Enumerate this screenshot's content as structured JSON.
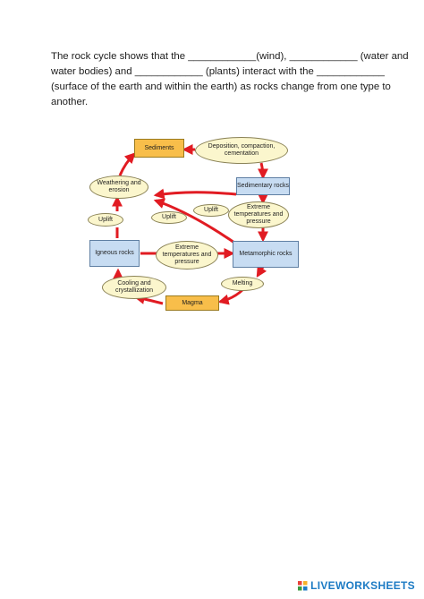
{
  "worksheet": {
    "paragraph_lines": [
      "The rock cycle shows that the ____________(wind), ____________ (water and",
      "water bodies) and ____________ (plants) interact with the ____________",
      "(surface of the earth and within the earth) as rocks change from one type to",
      "another."
    ]
  },
  "diagram": {
    "nodes": {
      "sediments": "Sediments",
      "deposition": "Deposition, compaction, cementation",
      "weathering": "Weathering and erosion",
      "sedimentary": "Sedimentary rocks",
      "uplift_right": "Uplift",
      "uplift_center": "Uplift",
      "extreme_right": "Extreme temperatures and pressure",
      "uplift_left": "Uplift",
      "igneous": "Igneous rocks",
      "extreme_center": "Extreme temperatures and pressure",
      "metamorphic": "Metamorphic rocks",
      "cooling": "Cooling and crystallization",
      "melting": "Melting",
      "magma": "Magma"
    },
    "colors": {
      "arrow": "#e11b22",
      "rock_box_orange": "#f8be4a",
      "rock_box_blue": "#c7dcf2",
      "process_ellipse": "#fbf6cd"
    }
  },
  "footer": {
    "brand": "LIVEWORKSHEETS",
    "logo_icon": "liveworksheets-grid-icon",
    "brand_color": "#1d7bc4"
  }
}
